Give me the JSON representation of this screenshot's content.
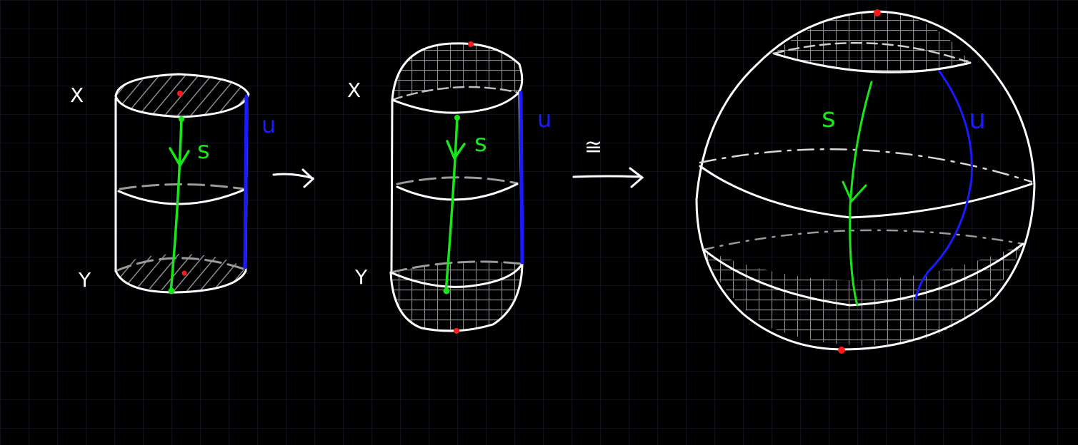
{
  "colors": {
    "background": "#000000",
    "grid": "#1b2233",
    "outline": "#ffffff",
    "hatch": "#8c8c8c",
    "path_s": "#19e619",
    "path_u": "#1a1aff",
    "point": "#ff1a1a"
  },
  "labels": {
    "x1": "X",
    "y1": "Y",
    "x2": "X",
    "y2": "Y",
    "s1": "s",
    "u1": "u",
    "s2": "s",
    "u2": "u",
    "s3": "s",
    "u3": "u",
    "iso": "≅"
  }
}
